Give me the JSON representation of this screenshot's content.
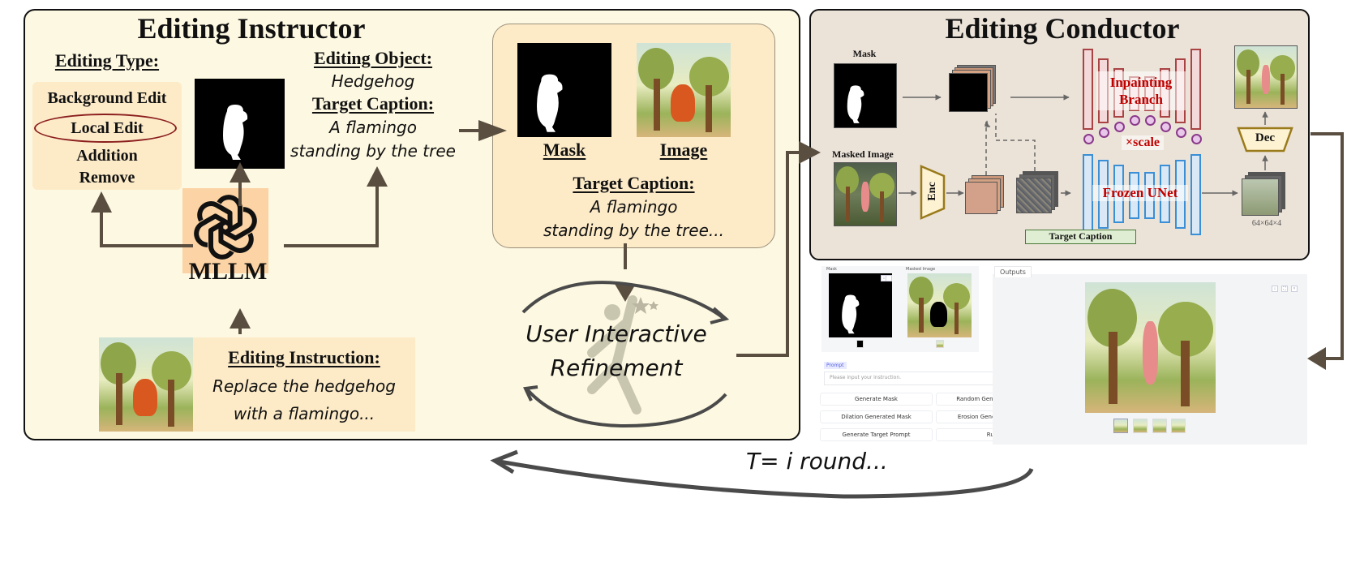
{
  "instructor": {
    "title": "Editing Instructor",
    "editing_type": {
      "heading": "Editing Type:",
      "options": [
        "Background Edit",
        "Local Edit",
        "Addition",
        "Remove"
      ],
      "selected": "Local Edit"
    },
    "editing_object": {
      "heading": "Editing Object:",
      "value": "Hedgehog"
    },
    "target_caption": {
      "heading": "Target Caption:",
      "lines": [
        "A flamingo",
        "standing by the tree"
      ]
    },
    "mllm": {
      "label": "MLLM",
      "icon": "openai-logo-icon"
    },
    "editing_instruction": {
      "heading": "Editing Instruction:",
      "lines": [
        "Replace the hedgehog",
        "with a flamingo..."
      ]
    },
    "output_card": {
      "mask_label": "Mask",
      "image_label": "Image",
      "caption_heading": "Target Caption:",
      "caption_lines": [
        "A flamingo",
        "standing by the tree..."
      ]
    },
    "refinement": {
      "lines": [
        "User Interactive",
        "Refinement"
      ],
      "icon": "running-person-icon"
    }
  },
  "conductor": {
    "title": "Editing Conductor",
    "mask_label": "Mask",
    "masked_image_label": "Masked Image",
    "enc_label": "Enc",
    "dec_label": "Dec",
    "inpainting_branch_lines": [
      "Inpainting",
      "Branch"
    ],
    "scale_label": "×scale",
    "frozen_unet_label": "Frozen UNet",
    "target_caption_label": "Target Caption",
    "latent_shape": "64×64×4",
    "colors": {
      "inpainting": "#aa4444",
      "frozen": "#3a8fd6",
      "label_red": "#c00000"
    }
  },
  "gradio": {
    "mask_panel_label": "Mask",
    "masked_image_panel_label": "Masked Image",
    "prompt_tag": "Prompt",
    "prompt_placeholder": "Please input your instruction.",
    "buttons": [
      "Generate Mask",
      "Random Generated Mask",
      "Dilation Generated Mask",
      "Erosion Generated Mask",
      "Generate Target Prompt",
      "Run"
    ],
    "outputs_tab": "Outputs",
    "image_toolbar_icons": [
      "download-icon",
      "fullscreen-icon",
      "close-icon"
    ]
  },
  "loop": {
    "label": "T= i round..."
  }
}
